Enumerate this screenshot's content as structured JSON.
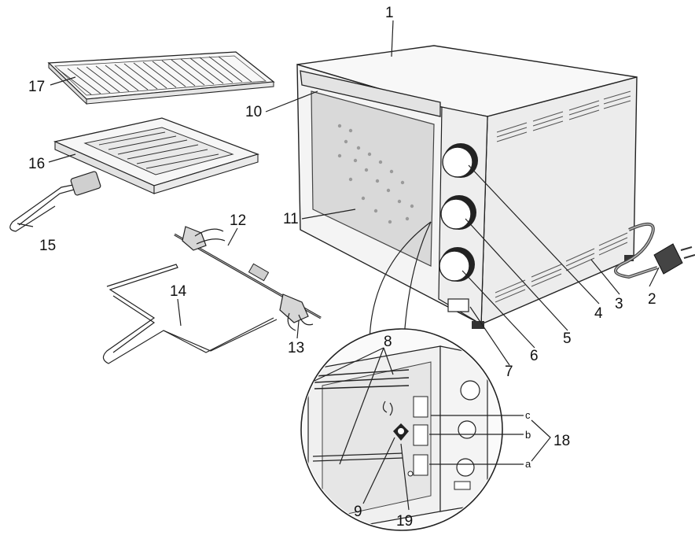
{
  "labels": {
    "l1": "1",
    "l2": "2",
    "l3": "3",
    "l4": "4",
    "l5": "5",
    "l6": "6",
    "l7": "7",
    "l8": "8",
    "l9": "9",
    "l10": "10",
    "l11": "11",
    "l12": "12",
    "l13": "13",
    "l14": "14",
    "l15": "15",
    "l16": "16",
    "l17": "17",
    "l18": "18",
    "l19": "19",
    "la": "a",
    "lb": "b",
    "lc": "c"
  }
}
